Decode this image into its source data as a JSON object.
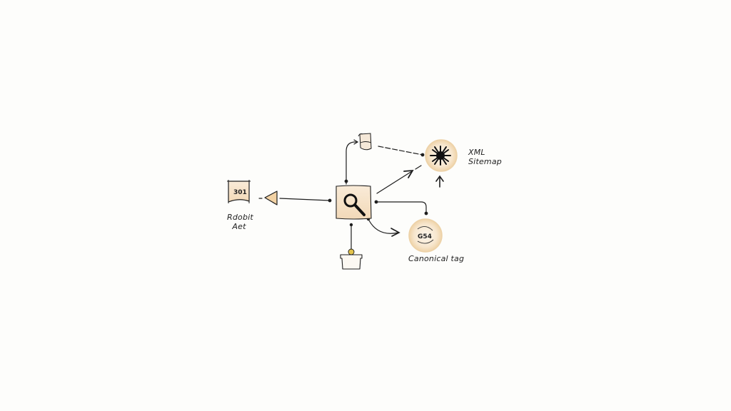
{
  "diagram": {
    "title": "",
    "background": "#fdfdfb",
    "colors": {
      "ink": "#1e1e1e",
      "fill_light": "#f6e3cb",
      "fill_mid": "#f0cfa2",
      "accent_dot": "#e2c24a"
    },
    "nodes": [
      {
        "id": "redirect",
        "shape": "banner-box",
        "text": "301",
        "label": "Rdobit\n  Aet",
        "icon": "redirect-301-icon"
      },
      {
        "id": "triangle",
        "shape": "triangle",
        "text": "",
        "label": "",
        "icon": "play-arrow-icon"
      },
      {
        "id": "search",
        "shape": "square",
        "text": "",
        "label": "",
        "icon": "magnifier-icon"
      },
      {
        "id": "document",
        "shape": "scroll",
        "text": "",
        "label": "",
        "icon": "document-icon"
      },
      {
        "id": "sitemap",
        "shape": "circle",
        "text": "",
        "label": "XML\nSitemap",
        "icon": "spider-icon"
      },
      {
        "id": "canonical",
        "shape": "circle",
        "text": "G54",
        "label": "Canonical tag",
        "icon": "canonical-icon"
      },
      {
        "id": "bucket",
        "shape": "bucket",
        "text": "",
        "label": "",
        "icon": "bucket-icon"
      }
    ],
    "edges": [
      {
        "from": "search",
        "to": "triangle"
      },
      {
        "from": "search",
        "to": "document"
      },
      {
        "from": "document",
        "to": "sitemap"
      },
      {
        "from": "search",
        "to": "sitemap"
      },
      {
        "from": "search",
        "to": "canonical"
      },
      {
        "from": "search",
        "to": "canonical-arrow"
      },
      {
        "from": "bucket",
        "to": "search"
      },
      {
        "from": "sitemap-below",
        "to": "sitemap"
      }
    ]
  }
}
